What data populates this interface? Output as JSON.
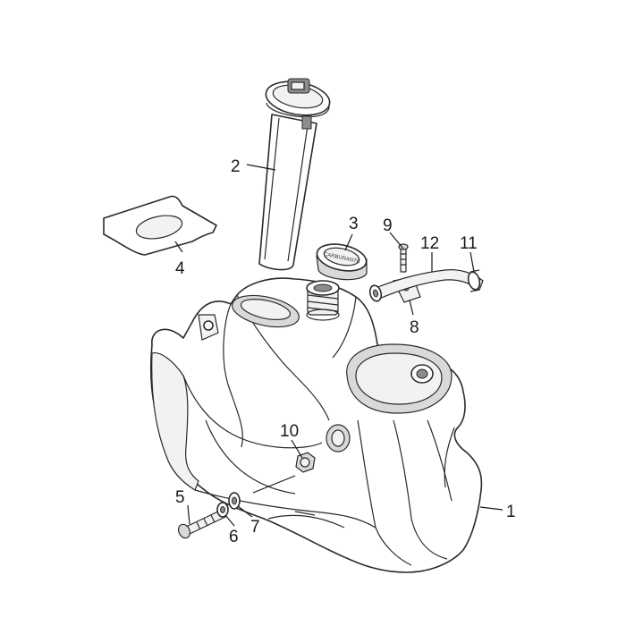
{
  "diagram": {
    "labels": [
      {
        "id": "1",
        "text": "1"
      },
      {
        "id": "2",
        "text": "2"
      },
      {
        "id": "3",
        "text": "3"
      },
      {
        "id": "4",
        "text": "4"
      },
      {
        "id": "5",
        "text": "5"
      },
      {
        "id": "6",
        "text": "6"
      },
      {
        "id": "7",
        "text": "7"
      },
      {
        "id": "8",
        "text": "8"
      },
      {
        "id": "9",
        "text": "9"
      },
      {
        "id": "10",
        "text": "10"
      },
      {
        "id": "11",
        "text": "11"
      },
      {
        "id": "12",
        "text": "12"
      }
    ],
    "cap_text": "CARBURANTE"
  }
}
